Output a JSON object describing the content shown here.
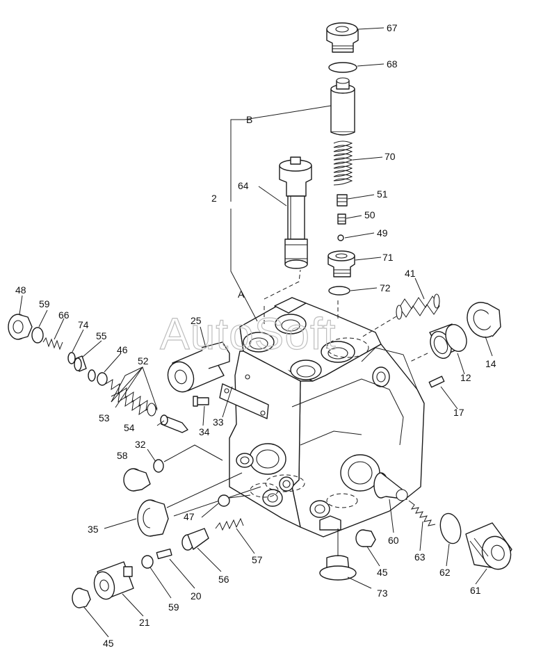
{
  "watermark": "AutoSoft",
  "callouts": {
    "c67": "67",
    "c68": "68",
    "c70": "70",
    "c51": "51",
    "c50": "50",
    "c49": "49",
    "c71": "71",
    "c72": "72",
    "c41": "41",
    "cB": "B",
    "cA": "A",
    "c2": "2",
    "c64": "64",
    "c48": "48",
    "c59a": "59",
    "c66": "66",
    "c74": "74",
    "c55": "55",
    "c46": "46",
    "c52": "52",
    "c53": "53",
    "c25": "25",
    "c34": "34",
    "c33": "33",
    "c54": "54",
    "c32": "32",
    "c58": "58",
    "c35": "35",
    "c47": "47",
    "c57": "57",
    "c56": "56",
    "c20": "20",
    "c59b": "59",
    "c21": "21",
    "c45a": "45",
    "c45b": "45",
    "c73": "73",
    "c60": "60",
    "c63": "63",
    "c62": "62",
    "c61": "61",
    "c12": "12",
    "c14": "14",
    "c17": "17"
  }
}
